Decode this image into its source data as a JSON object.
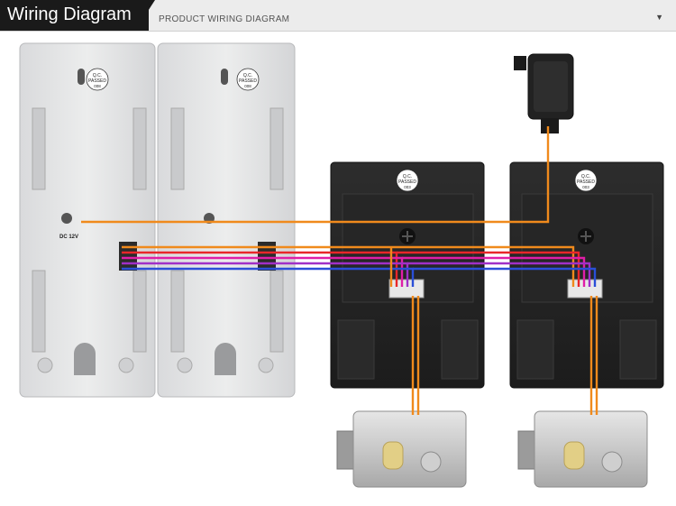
{
  "header": {
    "title": "Wiring Diagram",
    "subtitle": "PRODUCT WIRING DIAGRAM",
    "caret": "▼"
  },
  "monitors": {
    "qc_label_1": "Q.C.",
    "qc_label_2": "PASSED",
    "qc_number": "008",
    "dc_label": "DC 12V"
  },
  "door_stations": {
    "qc_label_1": "Q.C.",
    "qc_label_2": "PASSED",
    "qc_number": "003"
  },
  "colors": {
    "orange": "#f08a1c",
    "red": "#e8272a",
    "pink": "#e01ea8",
    "purple": "#a030c8",
    "blue": "#2a4fd8"
  }
}
